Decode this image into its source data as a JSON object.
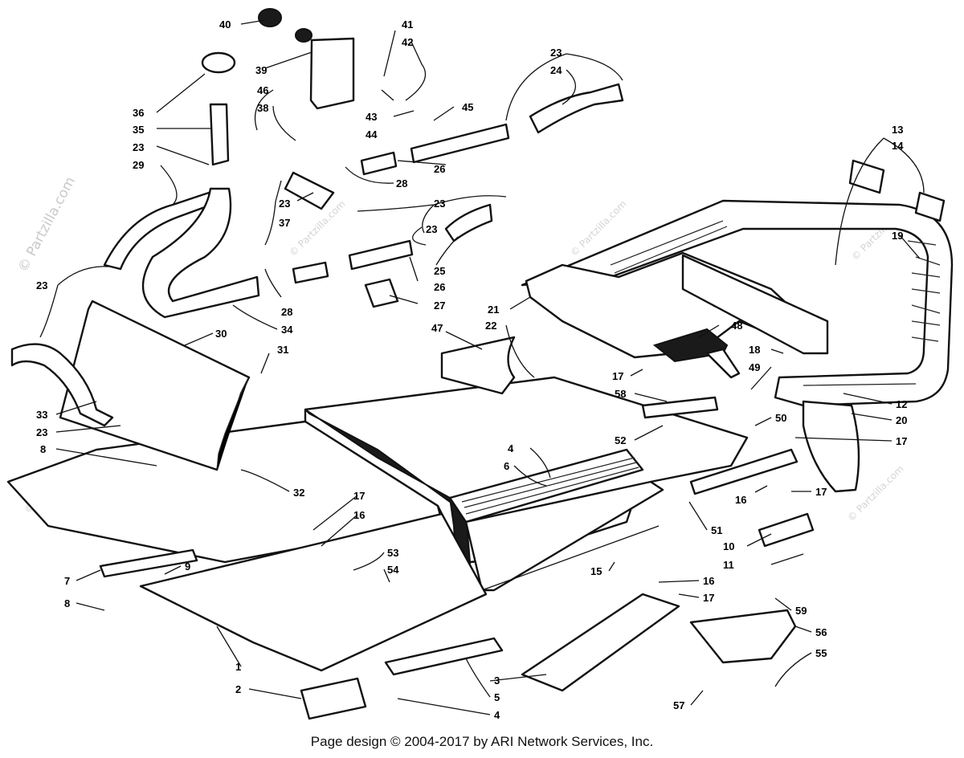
{
  "watermark": {
    "side": "© Partzilla.com",
    "small": "© Partzilla.com"
  },
  "footer": "Page design © 2004-2017 by ARI Network Services, Inc.",
  "callouts": [
    "40",
    "41",
    "42",
    "39",
    "36",
    "46",
    "38",
    "35",
    "43",
    "44",
    "45",
    "23",
    "24",
    "23",
    "29",
    "23",
    "37",
    "28",
    "26",
    "23",
    "28",
    "23",
    "25",
    "26",
    "27",
    "23",
    "34",
    "30",
    "31",
    "33",
    "23",
    "8",
    "32",
    "47",
    "22",
    "21",
    "48",
    "19",
    "13",
    "14",
    "18",
    "49",
    "17",
    "12",
    "20",
    "50",
    "17",
    "52",
    "58",
    "4",
    "6",
    "17",
    "16",
    "16",
    "17",
    "51",
    "10",
    "11",
    "53",
    "54",
    "9",
    "7",
    "8",
    "15",
    "16",
    "17",
    "59",
    "56",
    "55",
    "1",
    "2",
    "5",
    "4",
    "3",
    "57"
  ]
}
